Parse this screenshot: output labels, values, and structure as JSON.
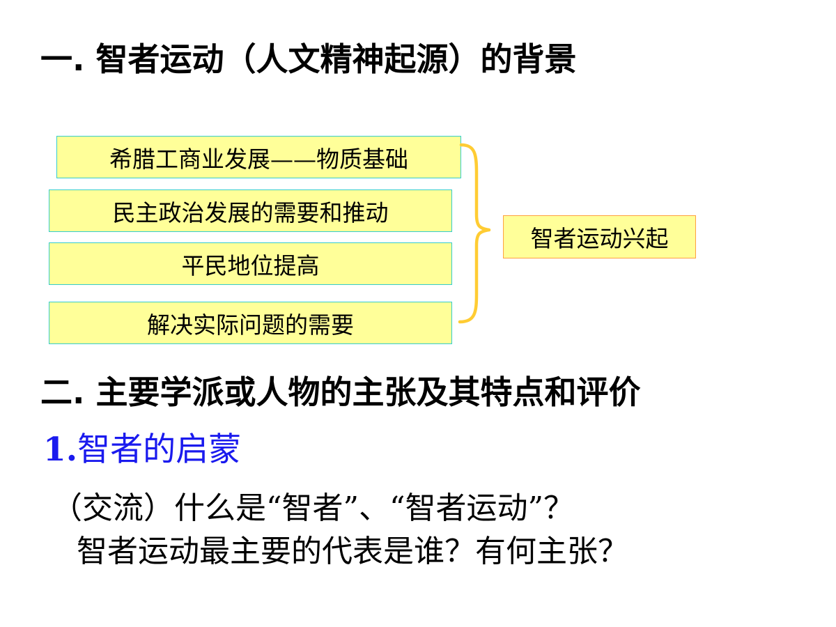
{
  "slide": {
    "heading1": "一. 智者运动（人文精神起源）的背景",
    "causes": [
      "希腊工商业发展——物质基础",
      "民主政治发展的需要和推动",
      "平民地位提高",
      "解决实际问题的需要"
    ],
    "result": "智者运动兴起",
    "heading2": "二. 主要学派或人物的主张及其特点和评价",
    "subheading": {
      "number": "1.",
      "text": "智者的启蒙"
    },
    "questions": [
      "（交流）什么是“智者”、“智者运动”？",
      "智者运动最主要的代表是谁？有何主张？"
    ]
  },
  "colors": {
    "box_fill": "#ffff99",
    "cause_border": "#33cccc",
    "result_border": "#ffa040",
    "brace": "#ffcc33",
    "subheading": "#1a1aee"
  }
}
